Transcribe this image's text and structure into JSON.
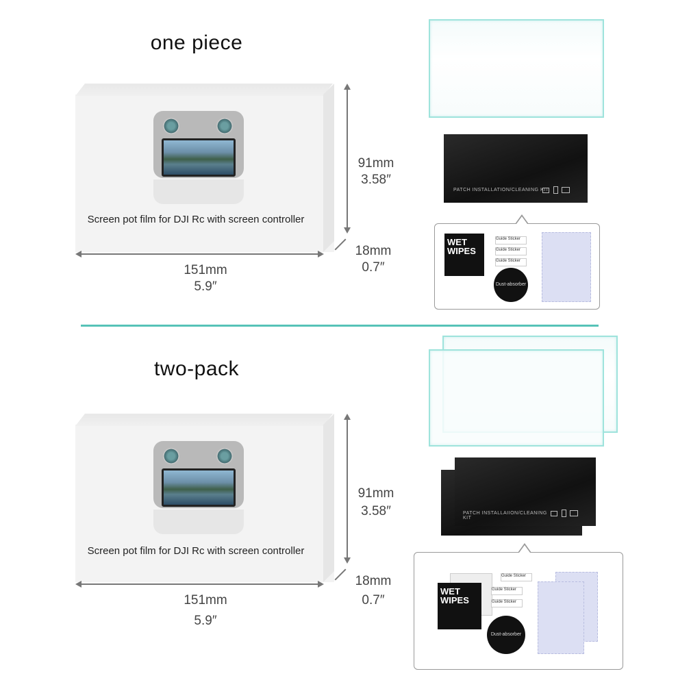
{
  "sections": [
    {
      "title": "one piece",
      "box_label": "Screen pot film for DJI Rc with screen controller",
      "height_mm": "91mm",
      "height_in": "3.58″",
      "depth_mm": "18mm",
      "depth_in": "0.7″",
      "width_mm": "151mm",
      "width_in": "5.9″",
      "pouch_text": "PATCH INSTALLATION/CLEANING KIT"
    },
    {
      "title": "two-pack",
      "box_label": "Screen pot film for DJI Rc with screen controller",
      "height_mm": "91mm",
      "height_in": "3.58″",
      "depth_mm": "18mm",
      "depth_in": "0.7″",
      "width_mm": "151mm",
      "width_in": "5.9″",
      "pouch_text": "PATCH INSTALLAIION/CLEANING KIT"
    }
  ],
  "kit": {
    "wipes_label": "WET WIPES",
    "guide_sticker": "Guide Sticker",
    "dust_absorber": "Dust-absorber"
  },
  "colors": {
    "divider": "#56c2b7",
    "film_border": "#9ee3dc"
  }
}
